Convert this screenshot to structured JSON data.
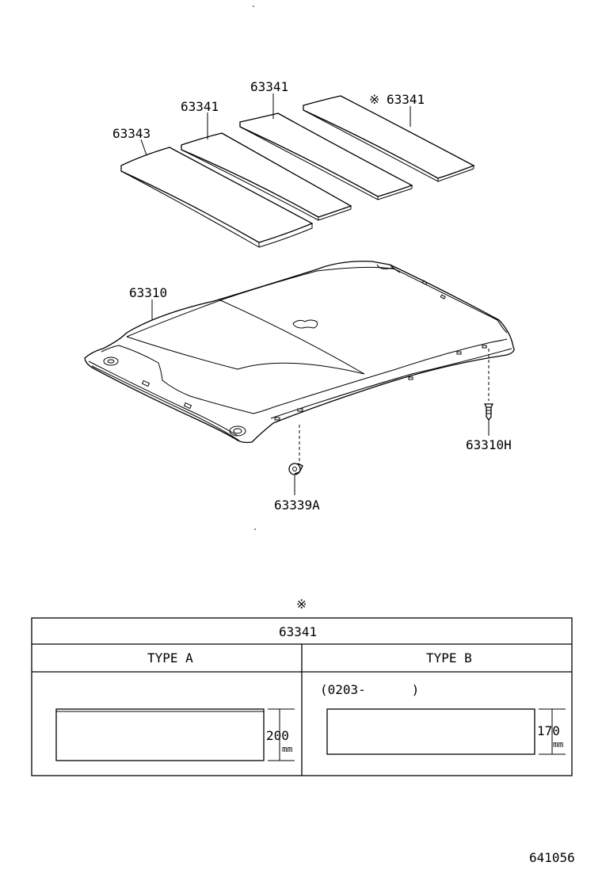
{
  "parts": {
    "pad_63343": "63343",
    "pad_63341_a": "63341",
    "pad_63341_b": "63341",
    "pad_63341_c": "63341",
    "pad_63341_c_mark": "※",
    "headliner": "63310",
    "clip_right": "63310H",
    "clip_left": "63339A"
  },
  "table": {
    "mark": "※",
    "part_no": "63341",
    "type_a": {
      "header": "TYPE A",
      "dimension": "200",
      "unit": "mm"
    },
    "type_b": {
      "header": "TYPE B",
      "date_range": "(0203-      )",
      "dimension": "170",
      "unit": "mm"
    }
  },
  "figure_number": "641056"
}
